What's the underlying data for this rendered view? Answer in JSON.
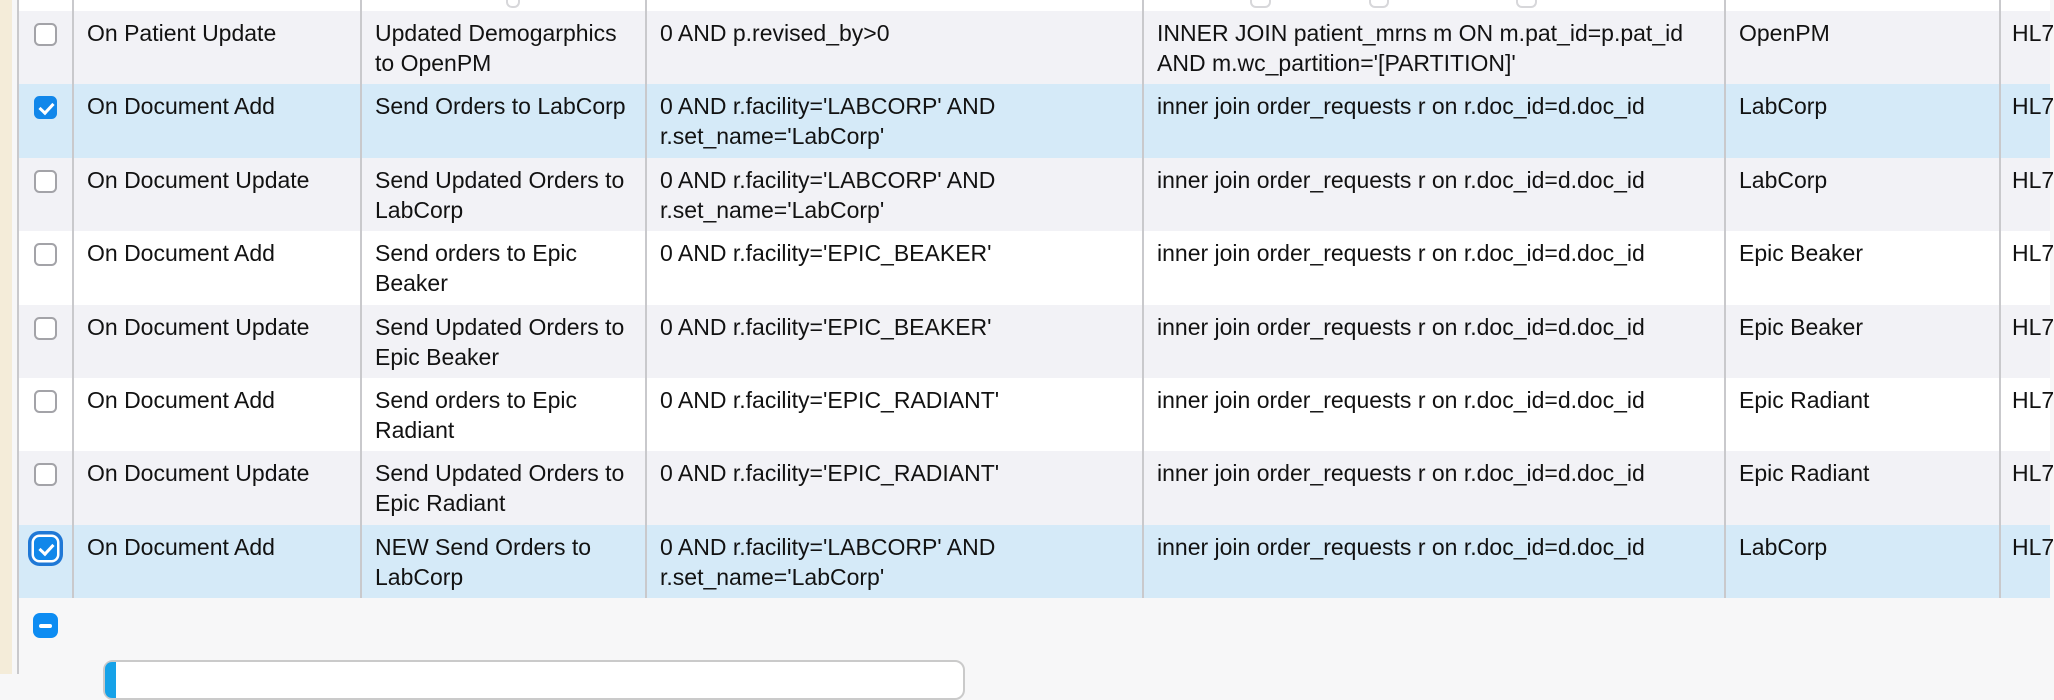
{
  "table": {
    "rows": [
      {
        "checked": false,
        "focused": false,
        "event": "On Patient Update",
        "description": "Updated Demogarphics to OpenPM",
        "where_clause": "0 AND p.revised_by>0",
        "join_clause": "INNER JOIN patient_mrns m ON m.pat_id=p.pat_id AND m.wc_partition='[PARTITION]'",
        "destination": "OpenPM",
        "protocol": "HL7"
      },
      {
        "checked": true,
        "focused": false,
        "event": "On Document Add",
        "description": "Send Orders to LabCorp",
        "where_clause": "0 AND r.facility='LABCORP' AND r.set_name='LabCorp'",
        "join_clause": "inner join order_requests r on r.doc_id=d.doc_id",
        "destination": "LabCorp",
        "protocol": "HL7"
      },
      {
        "checked": false,
        "focused": false,
        "event": "On Document Update",
        "description": "Send Updated Orders to LabCorp",
        "where_clause": "0 AND r.facility='LABCORP' AND r.set_name='LabCorp'",
        "join_clause": "inner join order_requests r on r.doc_id=d.doc_id",
        "destination": "LabCorp",
        "protocol": "HL7"
      },
      {
        "checked": false,
        "focused": false,
        "event": "On Document Add",
        "description": "Send orders to Epic Beaker",
        "where_clause": "0 AND r.facility='EPIC_BEAKER'",
        "join_clause": "inner join order_requests r on r.doc_id=d.doc_id",
        "destination": "Epic Beaker",
        "protocol": "HL7"
      },
      {
        "checked": false,
        "focused": false,
        "event": "On Document Update",
        "description": "Send Updated Orders to Epic Beaker",
        "where_clause": "0 AND r.facility='EPIC_BEAKER'",
        "join_clause": "inner join order_requests r on r.doc_id=d.doc_id",
        "destination": "Epic Beaker",
        "protocol": "HL7"
      },
      {
        "checked": false,
        "focused": false,
        "event": "On Document Add",
        "description": "Send orders to Epic Radiant",
        "where_clause": "0 AND r.facility='EPIC_RADIANT'",
        "join_clause": "inner join order_requests r on r.doc_id=d.doc_id",
        "destination": "Epic Radiant",
        "protocol": "HL7"
      },
      {
        "checked": false,
        "focused": false,
        "event": "On Document Update",
        "description": "Send Updated Orders to Epic Radiant",
        "where_clause": "0 AND r.facility='EPIC_RADIANT'",
        "join_clause": "inner join order_requests r on r.doc_id=d.doc_id",
        "destination": "Epic Radiant",
        "protocol": "HL7"
      },
      {
        "checked": true,
        "focused": true,
        "event": "On Document Add",
        "description": "NEW Send Orders to LabCorp",
        "where_clause": "0 AND r.facility='LABCORP' AND r.set_name='LabCorp'",
        "join_clause": "inner join order_requests r on r.doc_id=d.doc_id",
        "destination": "LabCorp",
        "protocol": "HL7"
      }
    ]
  },
  "footer": {
    "bulk_checkbox_state": "indeterminate"
  },
  "colors": {
    "accent": "#1187ea",
    "accent_dark": "#1f78d6",
    "selected_row": "#d5eaf8",
    "stripe_row": "#f2f2f6",
    "row_white": "#ffffff",
    "divider": "#c9c9cc",
    "text": "#121212",
    "page_bg": "#f7f7f8",
    "sliver_bg": "#ffffff",
    "sidebar_beige": "#f4ecd9",
    "checkbox_border": "#a3a3a8",
    "bulk_blue": "#0d8cf2",
    "panel_border": "#cacaca",
    "panel_accent": "#16a2e8"
  }
}
